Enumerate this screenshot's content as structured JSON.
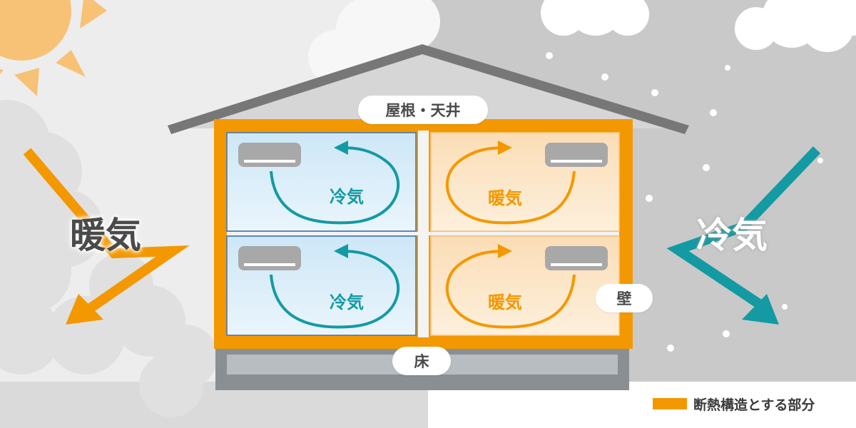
{
  "labels": {
    "roof_ceiling": "屋根・天井",
    "wall": "壁",
    "floor": "床",
    "outside_warm": "暖気",
    "outside_cool": "冷気"
  },
  "rooms": [
    {
      "label": "冷気",
      "type": "cool"
    },
    {
      "label": "暖気",
      "type": "warm"
    },
    {
      "label": "冷気",
      "type": "cool"
    },
    {
      "label": "暖気",
      "type": "warm"
    }
  ],
  "legend": {
    "label": "断熱構造とする部分",
    "color": "#F39800"
  },
  "colors": {
    "insulation": "#F39800",
    "cool_air": "#139AA3",
    "warm_air": "#F39800",
    "sun": "#F7C276",
    "roof": "#777777",
    "foundation": "#8A8F93"
  }
}
